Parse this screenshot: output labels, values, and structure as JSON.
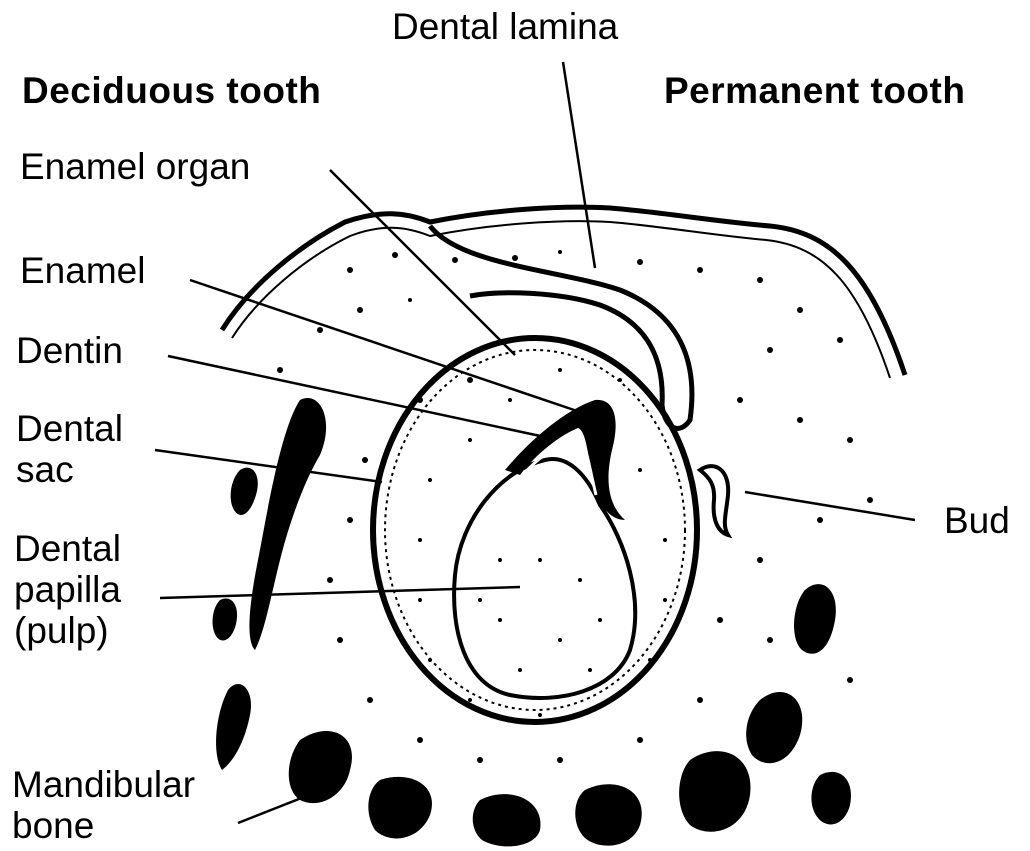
{
  "labels": {
    "dental_lamina": "Dental lamina",
    "deciduous_tooth": "Deciduous tooth",
    "permanent_tooth": "Permanent tooth",
    "enamel_organ": "Enamel organ",
    "enamel": "Enamel",
    "dentin": "Dentin",
    "dental_sac": [
      "Dental",
      "sac"
    ],
    "bud": "Bud",
    "dental_papilla": [
      "Dental",
      "papilla",
      "(pulp)"
    ],
    "mandibular_bone": [
      "Mandibular",
      "bone"
    ]
  },
  "colors": {
    "ink": "#000000",
    "paper": "#ffffff"
  }
}
